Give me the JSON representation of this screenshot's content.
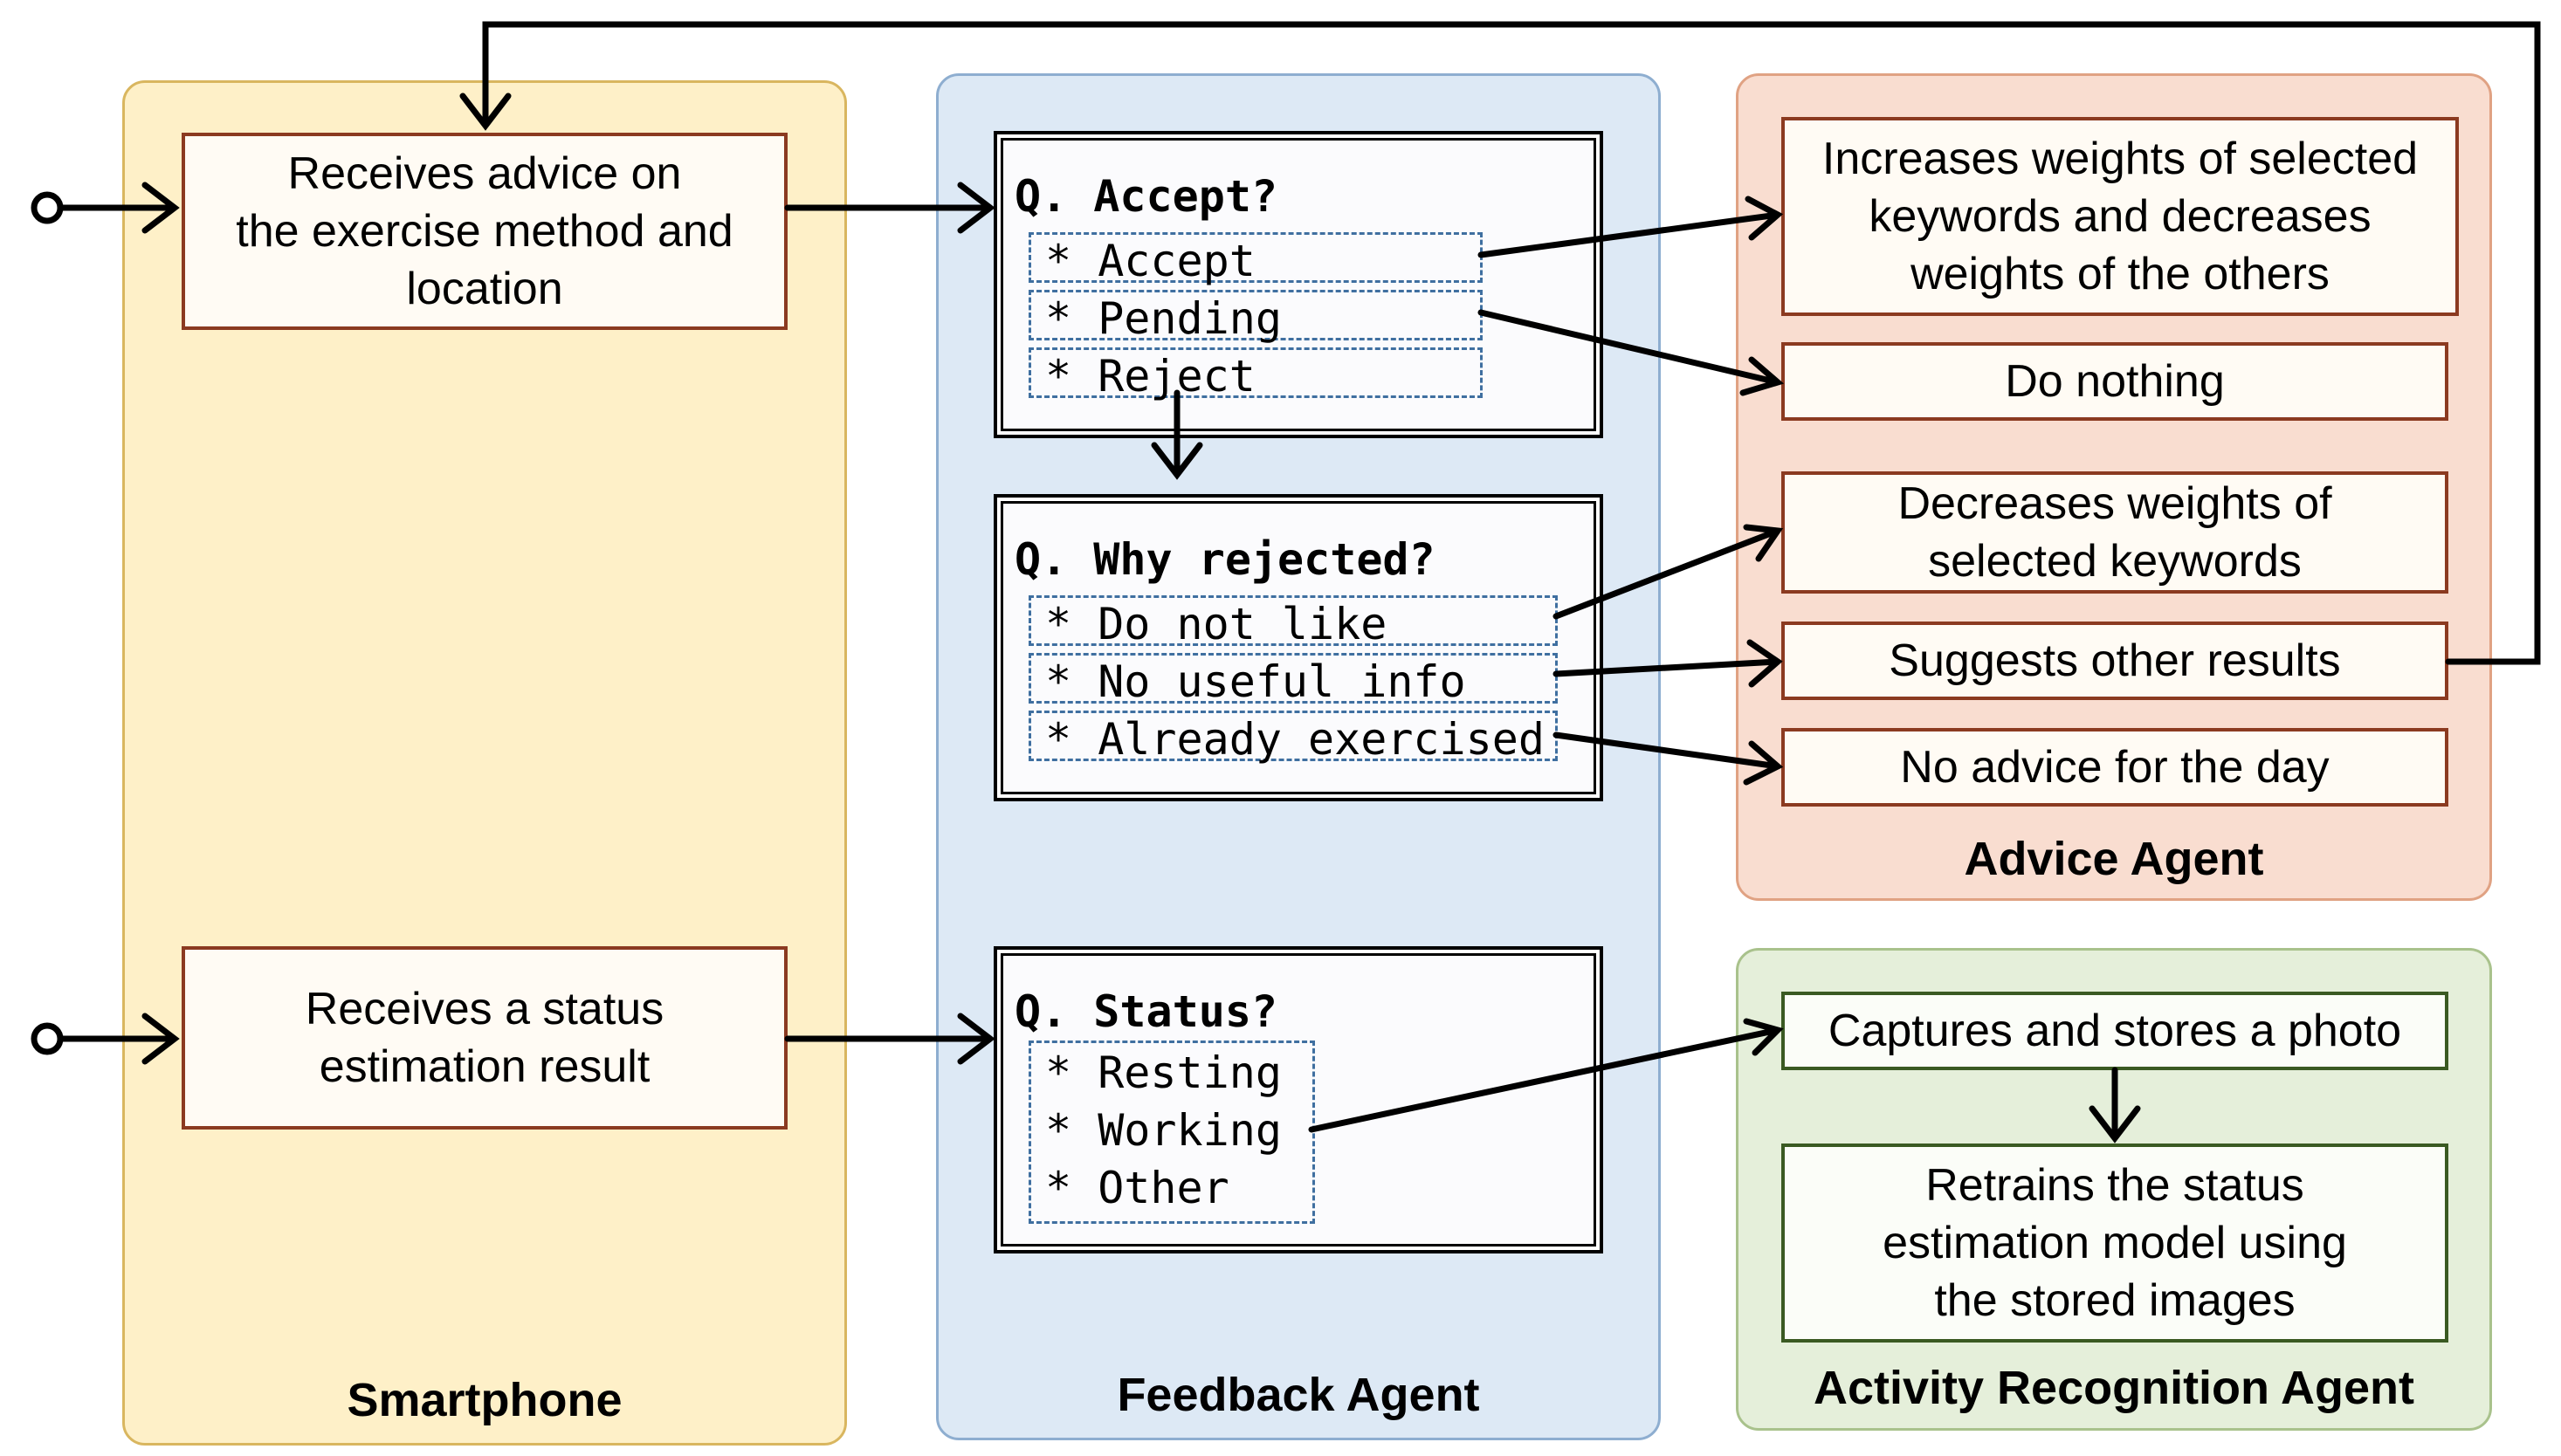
{
  "lanes": {
    "smartphone": "Smartphone",
    "feedback": "Feedback Agent",
    "advice": "Advice Agent",
    "activity": "Activity Recognition Agent"
  },
  "smartphone": {
    "advice_box": "Receives advice on\nthe exercise method and\nlocation",
    "status_box": "Receives a status\nestimation result"
  },
  "feedback": {
    "accept": {
      "question": "Q. Accept?",
      "options": [
        "* Accept",
        "* Pending",
        "* Reject"
      ]
    },
    "why": {
      "question": "Q. Why rejected?",
      "options": [
        "* Do not like",
        "* No useful info",
        "* Already exercised"
      ]
    },
    "status": {
      "question": "Q. Status?",
      "options": [
        "* Resting",
        "* Working",
        "* Other"
      ]
    }
  },
  "advice": {
    "increase": "Increases weights of selected\nkeywords and decreases\nweights of the others",
    "nothing": "Do nothing",
    "decrease": "Decreases weights of\nselected keywords",
    "suggest": "Suggests other results",
    "noadvice": "No advice for the day"
  },
  "activity": {
    "capture": "Captures and stores a photo",
    "retrain": "Retrains the status\nestimation model using\nthe stored images"
  },
  "colors": {
    "smartphone_fill": "#fef0c8",
    "feedback_fill": "#dde9f5",
    "advice_fill": "#f9ddd0",
    "activity_fill": "#e5efda"
  }
}
